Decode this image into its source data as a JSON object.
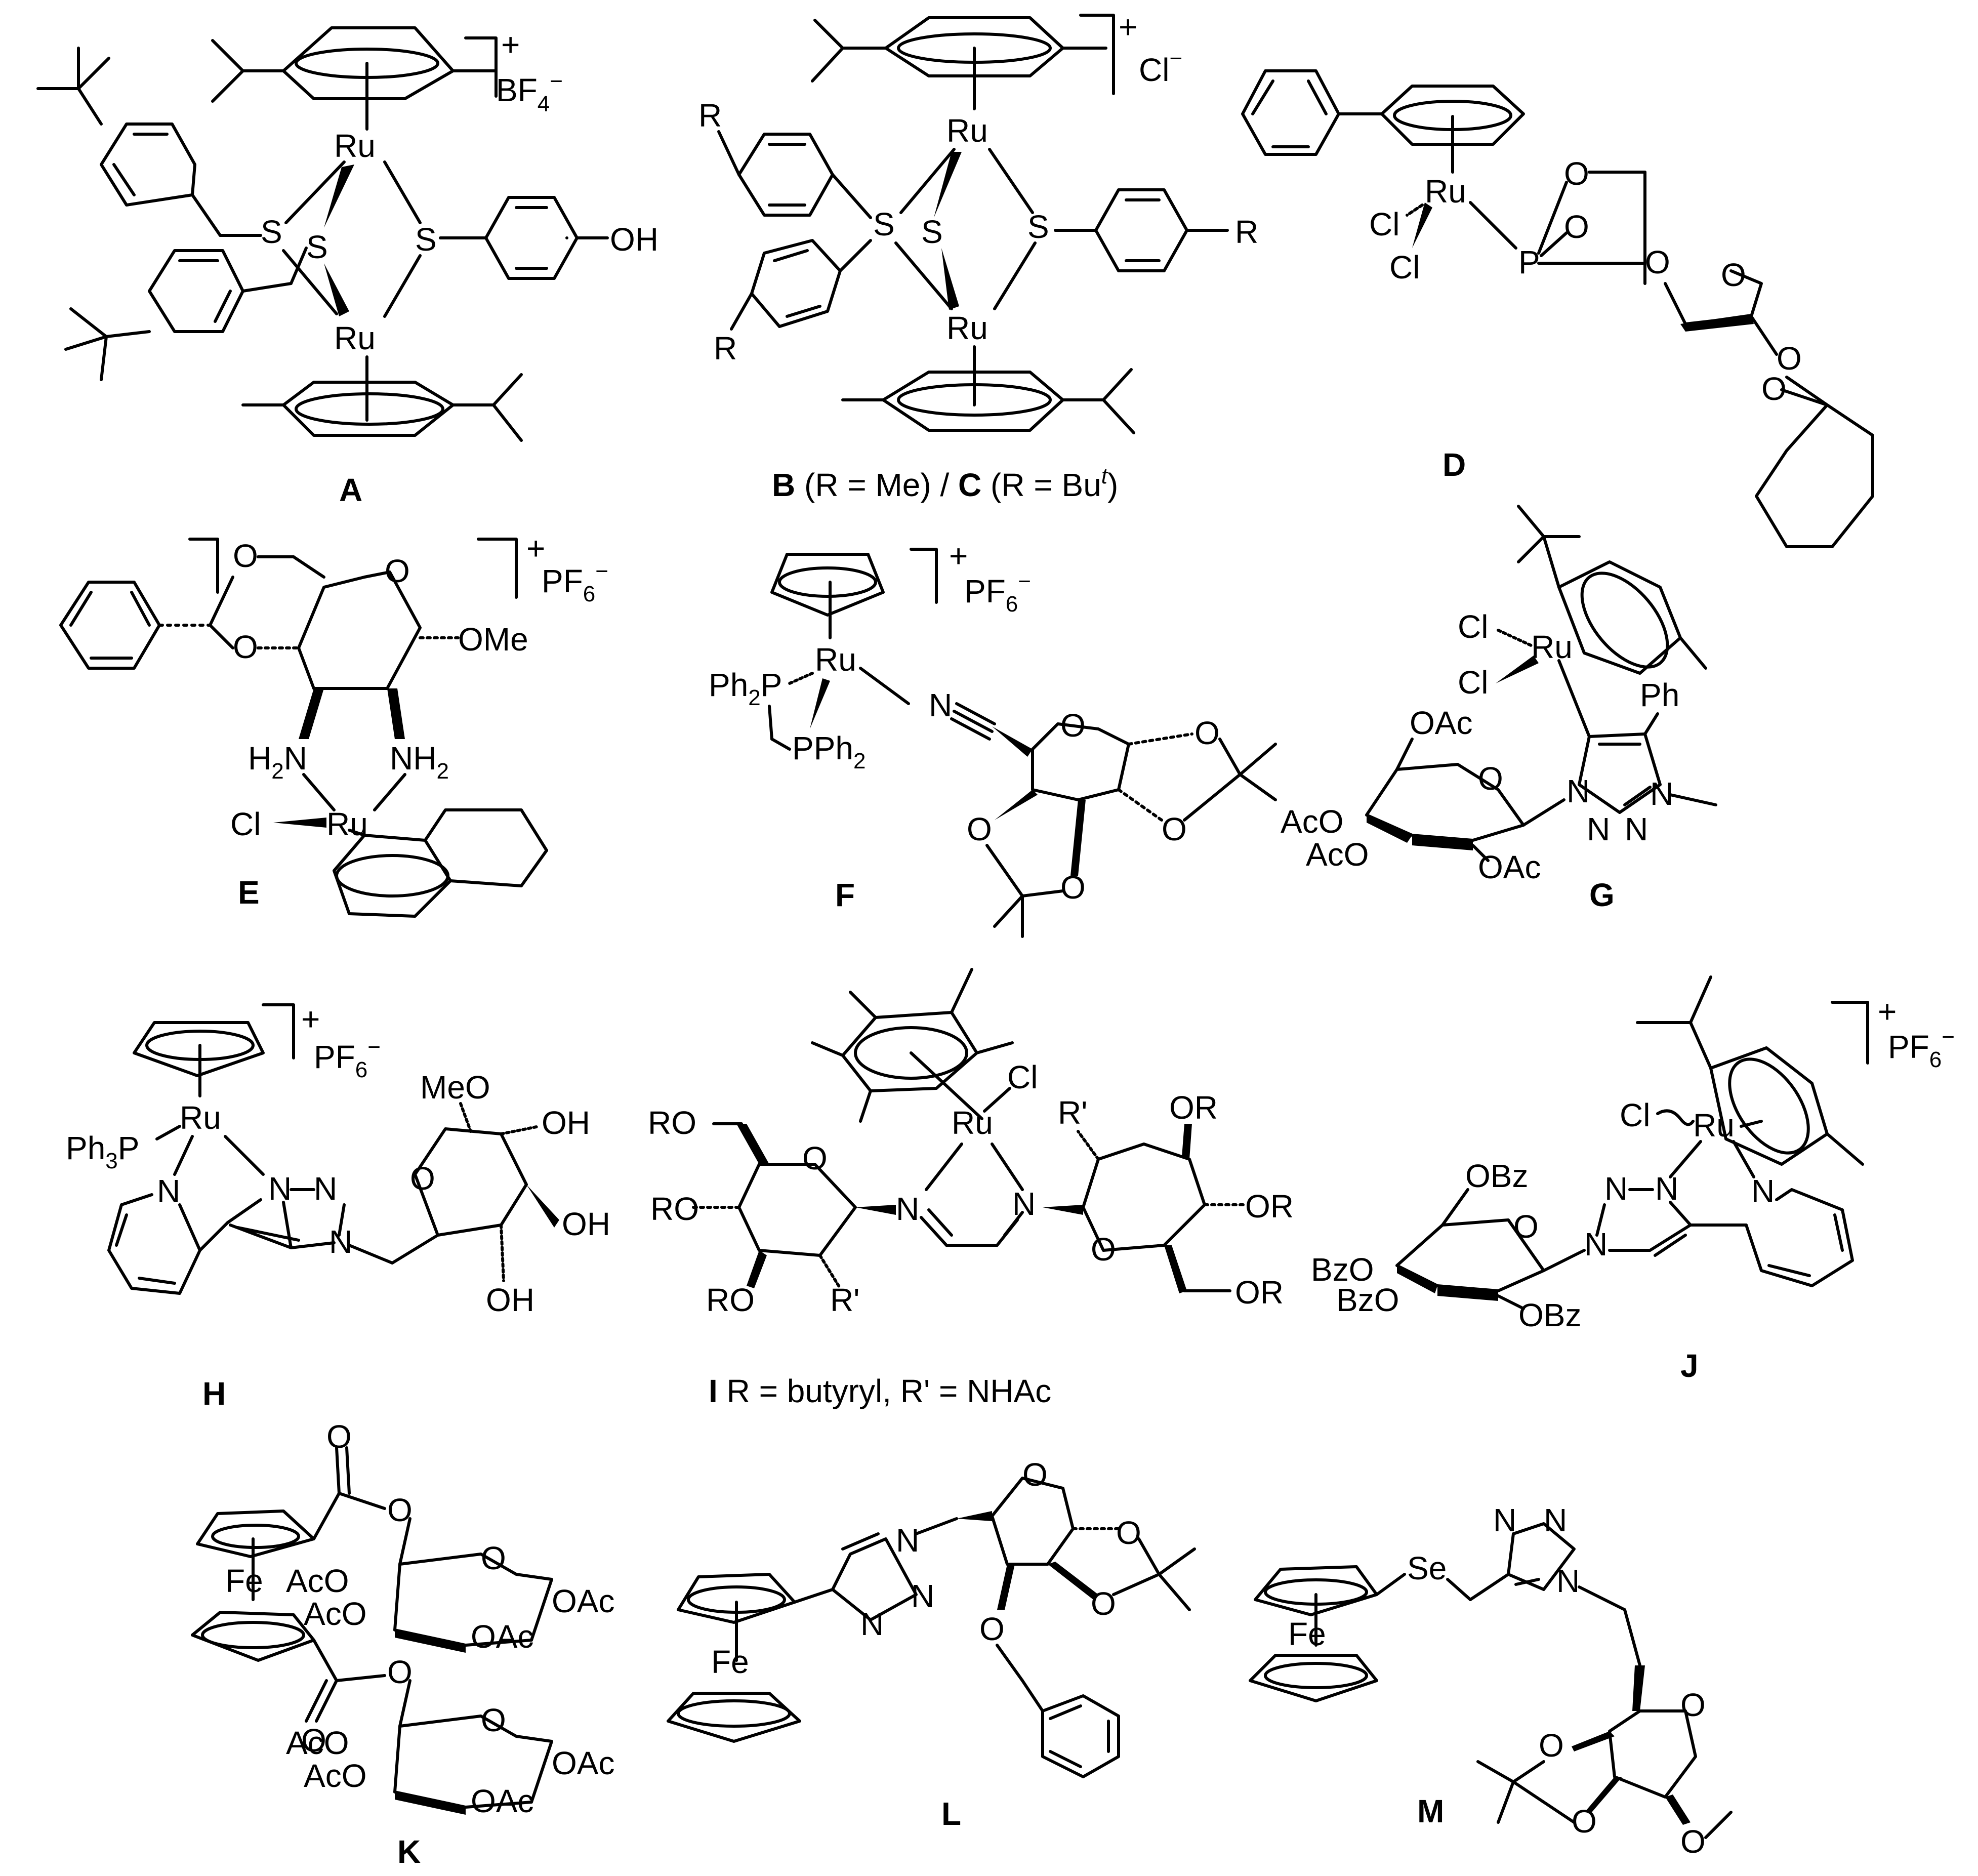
{
  "compounds": {
    "A": {
      "label": "A",
      "counter_ion": "BF",
      "counter_sub": "4",
      "counter_sup": "−",
      "charge": "+"
    },
    "B": {
      "label": "B",
      "caption_rest1": " (R = Me) / ",
      "label2": "C",
      "caption_rest2": " (R = Bu",
      "caption_t": "t",
      "caption_end": ")",
      "counter_ion": "Cl",
      "counter_sup": "−",
      "charge": "+"
    },
    "D": {
      "label": "D"
    },
    "E": {
      "label": "E",
      "counter_ion": "PF",
      "counter_sub": "6",
      "counter_sup": "−",
      "charge": "+"
    },
    "F": {
      "label": "F",
      "counter_ion": "PF",
      "counter_sub": "6",
      "counter_sup": "−",
      "charge": "+"
    },
    "G": {
      "label": "G"
    },
    "H": {
      "label": "H",
      "counter_ion": "PF",
      "counter_sub": "6",
      "counter_sup": "−",
      "charge": "+"
    },
    "I": {
      "label": "I",
      "caption_rest": " R = butyryl, R' = NHAc"
    },
    "J": {
      "label": "J",
      "counter_ion": "PF",
      "counter_sub": "6",
      "counter_sup": "−",
      "charge": "+"
    },
    "K": {
      "label": "K"
    },
    "L": {
      "label": "L"
    },
    "M": {
      "label": "M"
    }
  },
  "atoms": {
    "Ru": "Ru",
    "S": "S",
    "OH": "OH",
    "O": "O",
    "R": "R",
    "Cl": "Cl",
    "P": "P",
    "OMe": "OMe",
    "H2N": "H",
    "NH2": "NH",
    "two": "2",
    "N": "N",
    "Ph2P": "Ph",
    "PPh2": "PPh",
    "OAc": "OAc",
    "AcO": "AcO",
    "Ph": "Ph",
    "Ph3P": "Ph",
    "three": "3",
    "MeO": "MeO",
    "RO": "RO",
    "OR": "OR",
    "Rp": "R'",
    "OBz": "OBz",
    "BzO": "BzO",
    "Fe": "Fe",
    "Se": "Se"
  }
}
